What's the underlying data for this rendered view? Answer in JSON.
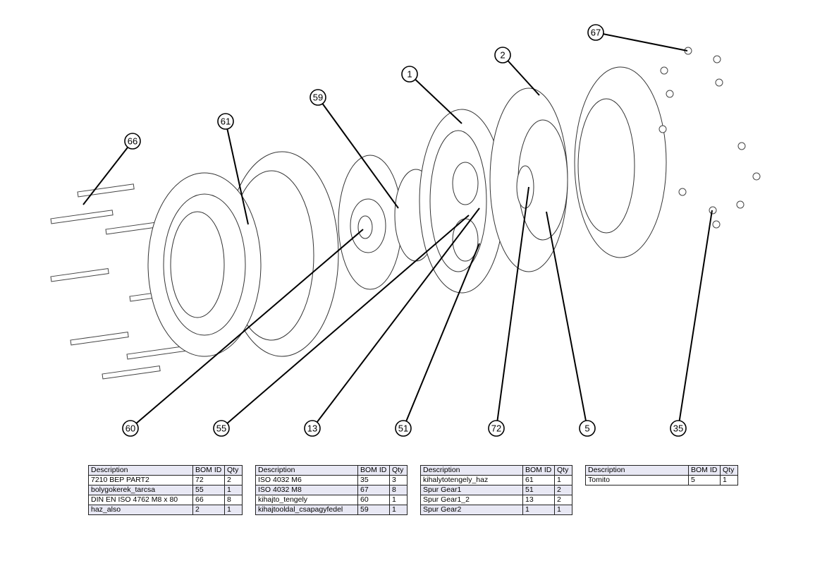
{
  "balloons": [
    {
      "id": "67"
    },
    {
      "id": "2"
    },
    {
      "id": "1"
    },
    {
      "id": "59"
    },
    {
      "id": "61"
    },
    {
      "id": "66"
    },
    {
      "id": "60"
    },
    {
      "id": "55"
    },
    {
      "id": "13"
    },
    {
      "id": "51"
    },
    {
      "id": "72"
    },
    {
      "id": "5"
    },
    {
      "id": "35"
    }
  ],
  "bom_headers": {
    "description": "Description",
    "bom_id": "BOM ID",
    "qty": "Qty"
  },
  "bom_tables": [
    {
      "rows": [
        {
          "description": "7210 BEP  PART2",
          "bom_id": "72",
          "qty": "2"
        },
        {
          "description": "bolygokerek_tarcsa",
          "bom_id": "55",
          "qty": "1"
        },
        {
          "description": "DIN EN ISO 4762 M8 x 80",
          "bom_id": "66",
          "qty": "8"
        },
        {
          "description": "haz_also",
          "bom_id": "2",
          "qty": "1"
        }
      ]
    },
    {
      "rows": [
        {
          "description": "ISO 4032 M6",
          "bom_id": "35",
          "qty": "3"
        },
        {
          "description": "ISO 4032 M8",
          "bom_id": "67",
          "qty": "8"
        },
        {
          "description": "kihajto_tengely",
          "bom_id": "60",
          "qty": "1"
        },
        {
          "description": "kihajtooldal_csapagyfedel",
          "bom_id": "59",
          "qty": "1"
        }
      ]
    },
    {
      "rows": [
        {
          "description": "kihalytotengely_haz",
          "bom_id": "61",
          "qty": "1"
        },
        {
          "description": "Spur Gear1",
          "bom_id": "51",
          "qty": "2"
        },
        {
          "description": "Spur Gear1_2",
          "bom_id": "13",
          "qty": "2"
        },
        {
          "description": "Spur Gear2",
          "bom_id": "1",
          "qty": "1"
        }
      ]
    },
    {
      "rows": [
        {
          "description": "Tomito",
          "bom_id": "5",
          "qty": "1"
        }
      ]
    }
  ]
}
